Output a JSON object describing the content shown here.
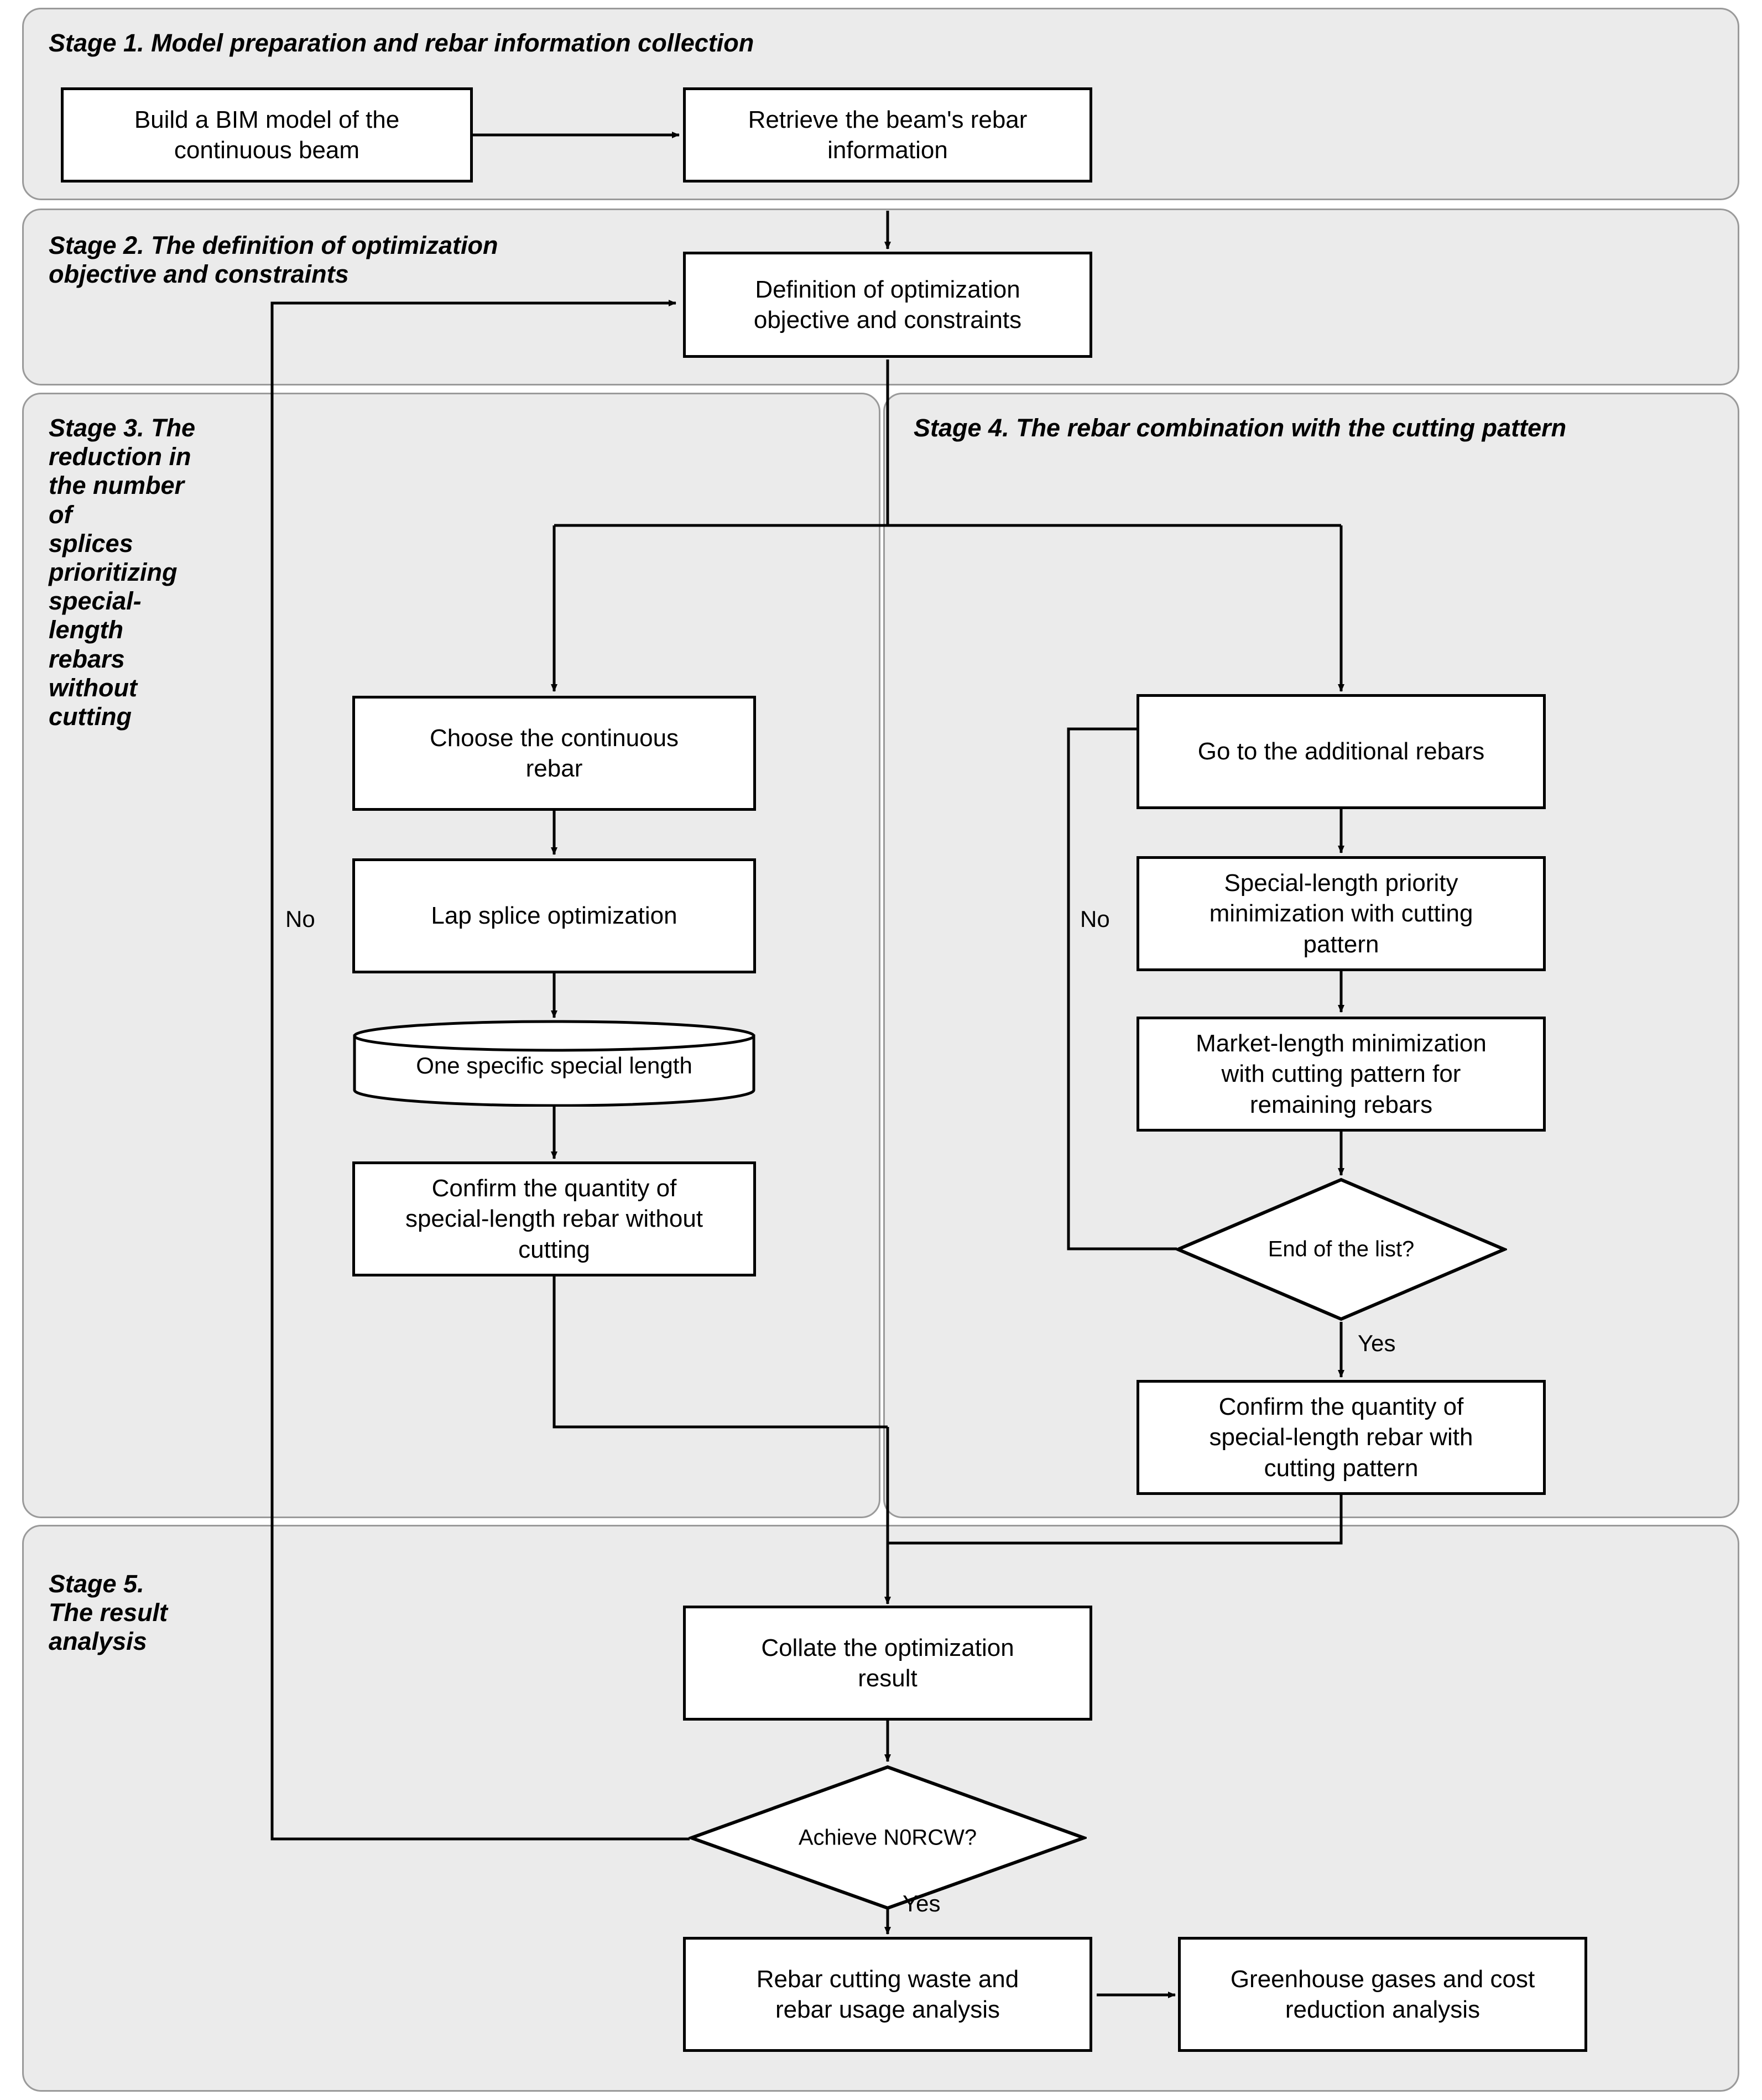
{
  "diagram": {
    "type": "flowchart",
    "title": "Rebar cutting waste optimization workflow",
    "background": "#ebebeb",
    "panel_border": "#9a9a9a",
    "node_border": "#000000",
    "node_fill": "#ffffff"
  },
  "stages": {
    "stage1": {
      "label": "Stage 1. Model preparation and rebar information collection"
    },
    "stage2": {
      "label": "Stage 2. The definition of optimization\nobjective and constraints"
    },
    "stage3": {
      "label": "Stage 3. The\nreduction in\nthe number of\nsplices\nprioritizing\nspecial-length\nrebars without\ncutting"
    },
    "stage4": {
      "label": "Stage 4. The rebar combination with the cutting pattern"
    },
    "stage5": {
      "label": "Stage 5.\nThe result\nanalysis"
    }
  },
  "nodes": {
    "build_bim": "Build a BIM model of the\ncontinuous beam",
    "retrieve_rebar": "Retrieve the beam's rebar\ninformation",
    "definition": "Definition of optimization\nobjective and constraints",
    "choose_rebar": "Choose the continuous\nrebar",
    "lap_splice": "Lap splice optimization",
    "one_special_length": "One specific special length",
    "confirm_without_cutting": "Confirm the quantity of\nspecial-length rebar without\ncutting",
    "go_additional": "Go to the additional rebars",
    "special_priority": "Special-length priority\nminimization with cutting\npattern",
    "market_length": "Market-length minimization\nwith cutting pattern for\nremaining rebars",
    "end_of_list": "End of the list?",
    "confirm_with_cutting": "Confirm the quantity of\nspecial-length rebar with\ncutting pattern",
    "collate": "Collate the optimization\nresult",
    "achieve_norcw": "Achieve N0RCW?",
    "rebar_waste_analysis": "Rebar cutting waste and\nrebar usage analysis",
    "ghg_cost_analysis": "Greenhouse gases and cost\nreduction analysis"
  },
  "edge_labels": {
    "stage3_no": "No",
    "stage4_no": "No",
    "end_of_list_yes": "Yes",
    "achieve_yes": "Yes"
  }
}
